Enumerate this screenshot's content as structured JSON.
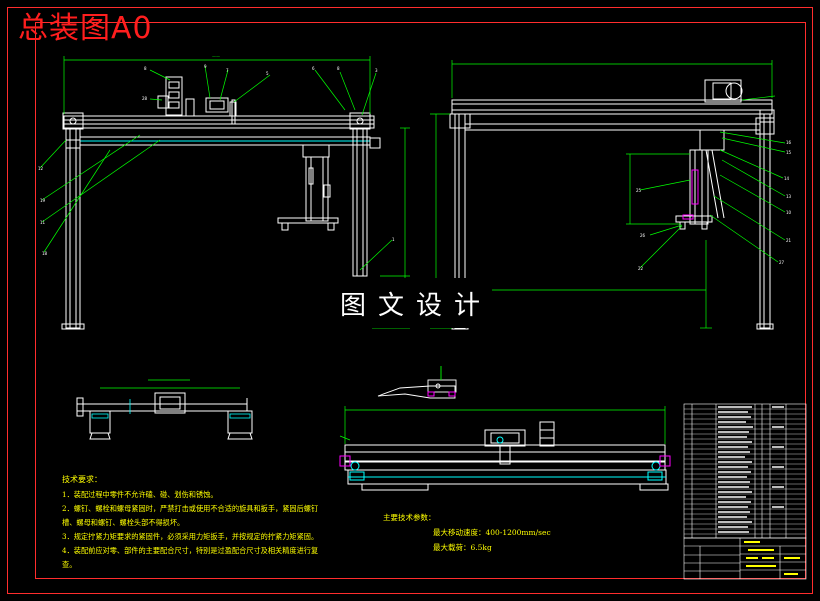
{
  "drawing": {
    "title": "总装图A0",
    "watermark": "图文设计"
  },
  "technical_requirements": {
    "heading": "技术要求：",
    "items": [
      "1．装配过程中零件不允许磕、碰、划伤和锈蚀。",
      "2．螺钉、螺栓和螺母紧固时，严禁打击或使用不合适的旋具和扳手，紧固后螺钉槽、螺母和螺钉、螺栓头部不得损坏。",
      "3．规定拧紧力矩要求的紧固件，必须采用力矩扳手，并按规定的拧紧力矩紧固。",
      "4．装配前应对零、部件的主要配合尺寸，特别是过盈配合尺寸及相关精度进行复查。"
    ]
  },
  "main_parameters": {
    "heading": "主要技术参数：",
    "items": [
      "最大移动速度：400-1200mm/sec",
      "最大载荷：6.5kg"
    ]
  },
  "colors": {
    "border": "#ff2d2d",
    "geometry": "#ffffff",
    "dimension": "#00ff00",
    "text": "#ffff00",
    "part": "#ff00ff",
    "accent": "#00ffff"
  }
}
